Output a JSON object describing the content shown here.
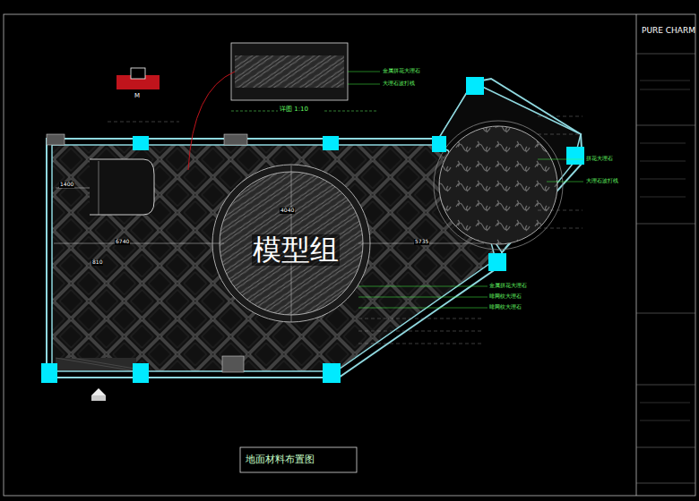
{
  "diagram": {
    "nodes": [
      {
        "text": [
          "地面材料布置图"
        ]
      }
    ],
    "labels": [
      "模型组",
      "详图 1:10",
      "M",
      "PURE CHARM",
      "1400",
      "6740",
      "4040",
      "5735",
      "810",
      "金属拼花大理石",
      "啡网纹大理石",
      "拼花大理石",
      "大理石波打线",
      "啡网纹大理石",
      "金属拼花大理石",
      "大理石波打线"
    ]
  }
}
